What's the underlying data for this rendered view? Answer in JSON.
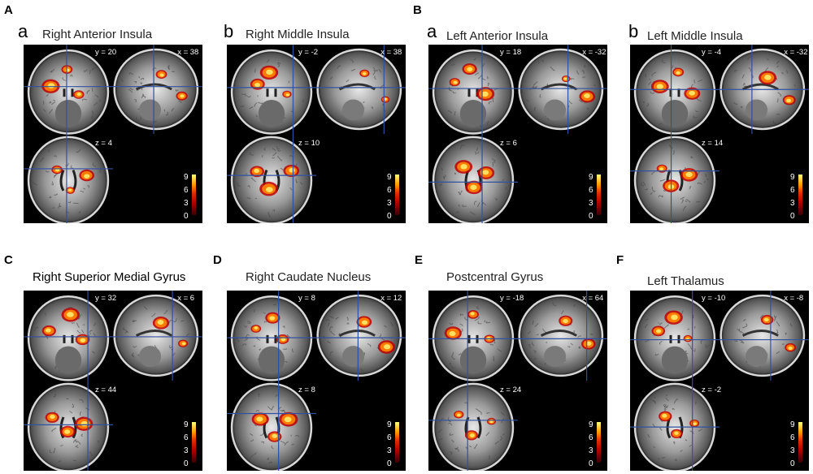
{
  "sections": [
    {
      "id": "A",
      "letter": "A"
    },
    {
      "id": "B",
      "letter": "B"
    },
    {
      "id": "C",
      "letter": "C"
    },
    {
      "id": "D",
      "letter": "D"
    },
    {
      "id": "E",
      "letter": "E"
    },
    {
      "id": "F",
      "letter": "F"
    }
  ],
  "panels": [
    {
      "sub": "a",
      "title": "Right Anterior Insula",
      "y": "y = 20",
      "x": "x = 38",
      "z": "z = 4"
    },
    {
      "sub": "b",
      "title": "Right Middle Insula",
      "y": "y = -2",
      "x": "x = 38",
      "z": "z = 10"
    },
    {
      "sub": "a",
      "title": "Left Anterior Insula",
      "y": "y = 18",
      "x": "x = -32",
      "z": "z = 6"
    },
    {
      "sub": "b",
      "title": "Left Middle Insula",
      "y": "y = -4",
      "x": "x = -32",
      "z": "z = 14"
    },
    {
      "sub": "",
      "title": "Right Superior Medial Gyrus",
      "y": "y = 32",
      "x": "x = 6",
      "z": "z = 44"
    },
    {
      "sub": "",
      "title": "Right Caudate Nucleus",
      "y": "y = 8",
      "x": "x = 12",
      "z": "z = 8"
    },
    {
      "sub": "",
      "title": "Postcentral Gyrus",
      "y": "y = -18",
      "x": "x = 64",
      "z": "z = 24"
    },
    {
      "sub": "",
      "title": "Left Thalamus",
      "y": "y = -10",
      "x": "x = -8",
      "z": "z = -2"
    }
  ],
  "colorbar": {
    "ticks": [
      "9",
      "6",
      "3",
      "0"
    ],
    "colors": [
      "#3a0000",
      "#b00000",
      "#ff9a00",
      "#ffff80"
    ]
  }
}
